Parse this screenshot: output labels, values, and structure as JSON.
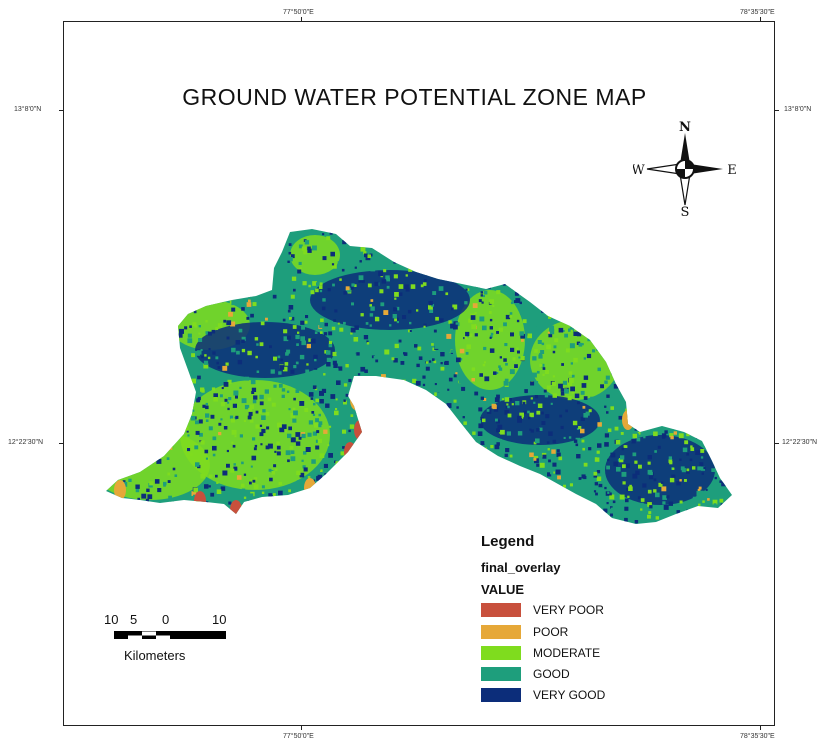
{
  "title": "GROUND WATER POTENTIAL ZONE MAP",
  "grid_labels": {
    "top_left": "77°50'0\"E",
    "top_right": "78°35'30\"E",
    "bottom_left": "77°50'0\"E",
    "bottom_right": "78°35'30\"E",
    "left_upper": "13°8'0\"N",
    "left_lower": "12°22'30\"N",
    "right_upper": "13°8'0\"N",
    "right_lower": "12°22'30\"N"
  },
  "compass": {
    "n": "N",
    "s": "S",
    "e": "E",
    "w": "W"
  },
  "legend": {
    "heading": "Legend",
    "layer": "final_overlay",
    "field": "VALUE",
    "items": [
      {
        "label": "VERY POOR",
        "color": "#c8503c"
      },
      {
        "label": "POOR",
        "color": "#e6a838"
      },
      {
        "label": "MODERATE",
        "color": "#7fdc1e"
      },
      {
        "label": "GOOD",
        "color": "#1e9e7c"
      },
      {
        "label": "VERY GOOD",
        "color": "#0c2d7a"
      }
    ]
  },
  "scalebar": {
    "n1": "10",
    "n2": "5",
    "n3": "0",
    "n4": "10",
    "unit": "Kilometers"
  }
}
